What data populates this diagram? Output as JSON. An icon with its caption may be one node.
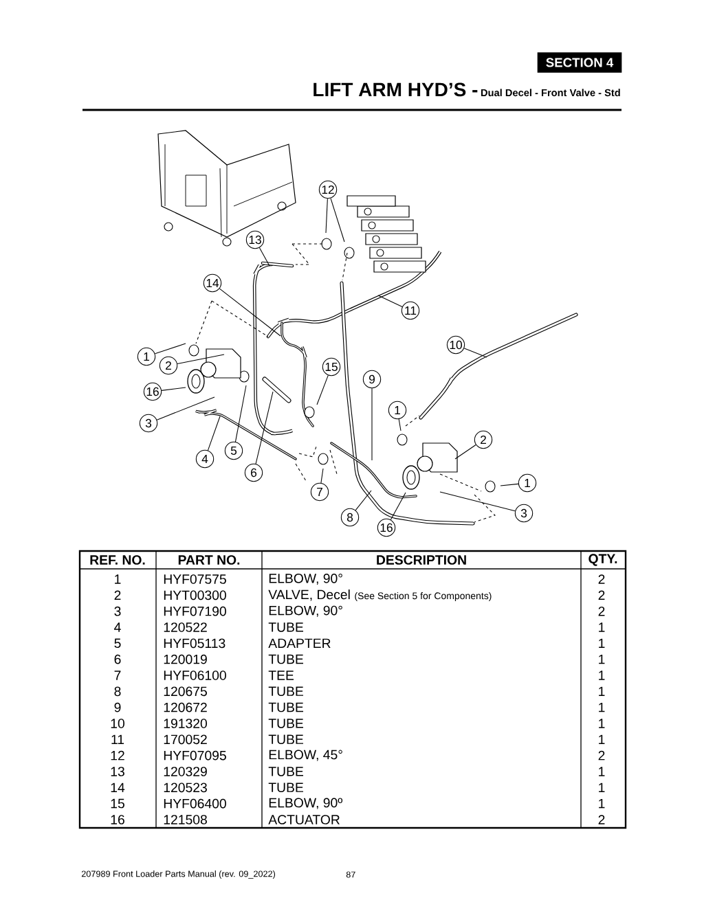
{
  "diagram": {
    "title": "LIFT ARM HYD’S -",
    "nodes": [
      {
        "text": [
          "12"
        ]
      },
      {
        "text": [
          "13"
        ]
      },
      {
        "text": [
          "14"
        ]
      },
      {
        "text": [
          "11"
        ]
      },
      {
        "text": [
          "10"
        ]
      },
      {
        "text": [
          "1"
        ]
      },
      {
        "text": [
          "2"
        ]
      },
      {
        "text": [
          "15"
        ]
      },
      {
        "text": [
          "16"
        ]
      },
      {
        "text": [
          "9"
        ]
      },
      {
        "text": [
          "3"
        ]
      },
      {
        "text": [
          "1"
        ]
      },
      {
        "text": [
          "2"
        ]
      },
      {
        "text": [
          "4"
        ]
      },
      {
        "text": [
          "5"
        ]
      },
      {
        "text": [
          "6"
        ]
      },
      {
        "text": [
          "7"
        ]
      },
      {
        "text": [
          "1"
        ]
      },
      {
        "text": [
          "3"
        ]
      },
      {
        "text": [
          "8"
        ]
      },
      {
        "text": [
          "16"
        ]
      }
    ],
    "edges": [
      {
        "from": 0,
        "to": null,
        "arrow": "none"
      },
      {
        "from": 0,
        "to": null,
        "arrow": "none"
      },
      {
        "from": 1,
        "to": null,
        "arrow": "none"
      },
      {
        "from": 2,
        "to": null,
        "arrow": "none"
      },
      {
        "from": 3,
        "to": null,
        "arrow": "none"
      },
      {
        "from": 4,
        "to": null,
        "arrow": "none"
      },
      {
        "from": 5,
        "to": null,
        "arrow": "none"
      },
      {
        "from": 6,
        "to": null,
        "arrow": "none"
      },
      {
        "from": 7,
        "to": null,
        "arrow": "none"
      },
      {
        "from": 8,
        "to": null,
        "arrow": "none"
      },
      {
        "from": 9,
        "to": null,
        "arrow": "none"
      },
      {
        "from": 10,
        "to": null,
        "arrow": "none"
      },
      {
        "from": 11,
        "to": null,
        "arrow": "none"
      },
      {
        "from": 12,
        "to": null,
        "arrow": "none"
      },
      {
        "from": 13,
        "to": null,
        "arrow": "none"
      },
      {
        "from": 14,
        "to": null,
        "arrow": "none"
      },
      {
        "from": 15,
        "to": null,
        "arrow": "none"
      },
      {
        "from": 16,
        "to": null,
        "arrow": "none"
      },
      {
        "from": 17,
        "to": null,
        "arrow": "none"
      },
      {
        "from": 18,
        "to": null,
        "arrow": "none"
      },
      {
        "from": 19,
        "to": null,
        "arrow": "none"
      },
      {
        "from": 20,
        "to": null,
        "arrow": "none"
      }
    ],
    "labels": [
      "SECTION 4",
      "Dual Decel - Front Valve - Std",
      "REF. NO.",
      "PART NO.",
      "DESCRIPTION",
      "QTY.",
      "1",
      "HYF07575",
      "ELBOW, 90°",
      "2",
      "2",
      "HYT00300",
      "VALVE, Decel",
      "(See Section 5 for Components)",
      "2",
      "3",
      "HYF07190",
      "ELBOW, 90°",
      "2",
      "4",
      "120522",
      "TUBE",
      "1",
      "5",
      "HYF05113",
      "ADAPTER",
      "1",
      "6",
      "120019",
      "TUBE",
      "1",
      "7",
      "HYF06100",
      "TEE",
      "1",
      "8",
      "120675",
      "TUBE",
      "1",
      "9",
      "120672",
      "TUBE",
      "1",
      "10",
      "191320",
      "TUBE",
      "1",
      "11",
      "170052",
      "TUBE",
      "1",
      "12",
      "HYF07095",
      "ELBOW, 45°",
      "2",
      "13",
      "120329",
      "TUBE",
      "1",
      "14",
      "120523",
      "TUBE",
      "1",
      "15",
      "HYF06400",
      "ELBOW, 90º",
      "1",
      "16",
      "121508",
      "ACTUATOR",
      "2",
      "207989 Front Loader Parts Manual (rev. 09_2022)",
      "87"
    ]
  }
}
